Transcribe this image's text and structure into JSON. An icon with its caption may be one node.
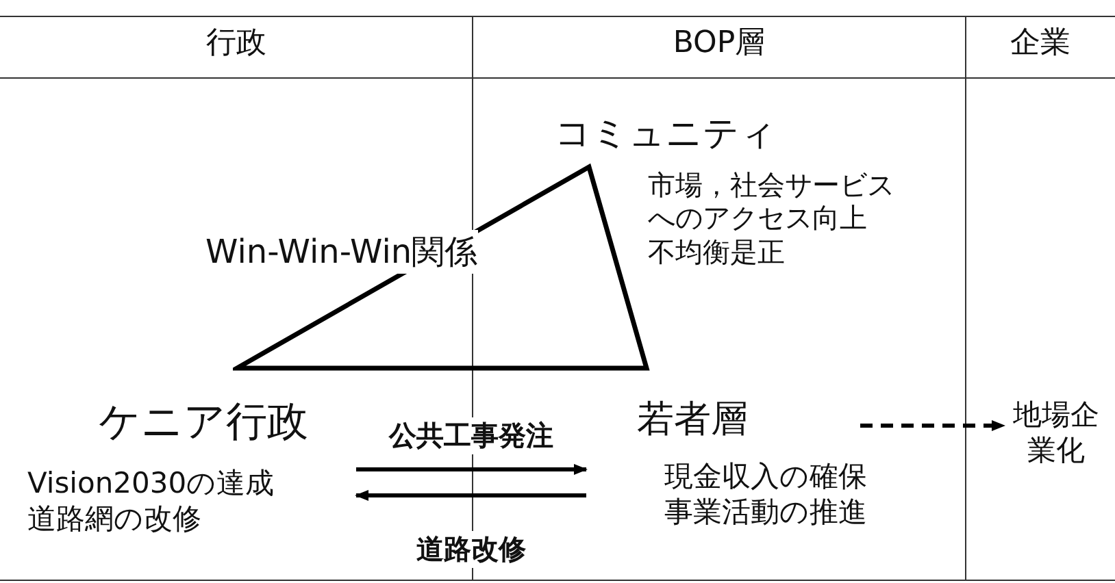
{
  "diagram": {
    "nodes": [
      {
        "text": [
          "コミュニティ"
        ],
        "beside": [
          "市場，社会サービスへのアクセス向上",
          "不均衡是正"
        ]
      },
      {
        "text": [],
        "shape": "triangle"
      },
      {
        "text": [
          "ケニア行政"
        ],
        "beside": [
          "Vision2030の達成",
          "道路網の改修"
        ]
      },
      {
        "text": [
          "若者層"
        ],
        "beside": [
          "現金収入の確保",
          "事業活動の推進"
        ]
      },
      {
        "text": [
          "地場企業化"
        ]
      }
    ],
    "edges": [
      {
        "from": 2,
        "to": 3,
        "arrow": "to",
        "label": "公共工事発注"
      },
      {
        "from": 3,
        "to": 2,
        "arrow": "to",
        "label": "道路改修"
      },
      {
        "from": 3,
        "to": 4,
        "arrow": "to",
        "style": "dashed"
      }
    ],
    "labels": [
      "行政",
      "BOP層",
      "企業",
      "Win-Win-Win関係"
    ]
  }
}
